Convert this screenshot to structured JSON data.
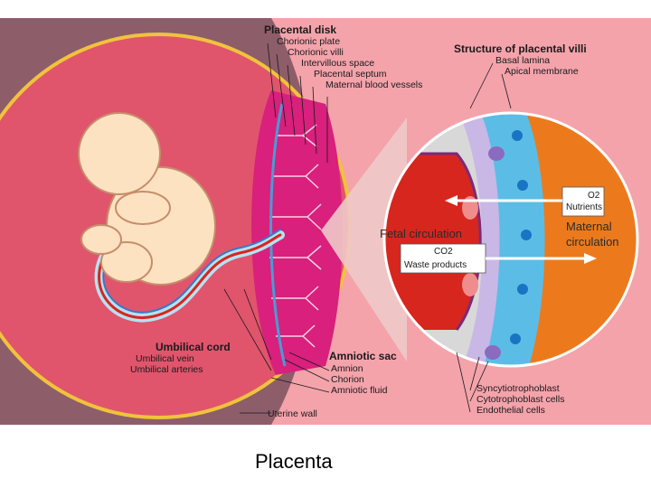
{
  "placental_disk": {
    "heading": "Placental disk",
    "items": [
      "Chorionic plate",
      "Chorionic villi",
      "Intervillous space",
      "Placental septum",
      "Maternal blood vessels"
    ]
  },
  "villi_structure": {
    "heading": "Structure of placental villi",
    "items": [
      "Basal lamina",
      "Apical membrane"
    ]
  },
  "exchange": {
    "o2": "O2",
    "nutrients": "Nutrients",
    "co2": "CO2",
    "waste": "Waste products"
  },
  "fetal_circulation": "Fetal circulation",
  "maternal_circulation": [
    "Maternal",
    "circulation"
  ],
  "umbilical_cord": {
    "heading": "Umbilical cord",
    "items": [
      "Umbilical vein",
      "Umbilical arteries"
    ]
  },
  "amniotic_sac": {
    "heading": "Amniotic sac",
    "items": [
      "Amnion",
      "Chorion",
      "Amniotic fluid"
    ]
  },
  "uterine_wall": "Uterine wall",
  "cell_labels": [
    "Syncytiotrophoblast",
    "Cytotrophoblast cells",
    "Endothelial cells"
  ],
  "caption": "Placenta",
  "colors": {
    "background": "#f4a3ab",
    "uterus_outer": "#8e5d6a",
    "amniotic_cavity": "#e0556c",
    "yellow_ring": "#f0c33c",
    "placenta": "#d8207c",
    "fetal_blood": "#d7261e",
    "maternal_blood": "#ec7a1c",
    "membrane_blue": "#5bbde6",
    "fetus_skin": "#fde2c2"
  }
}
